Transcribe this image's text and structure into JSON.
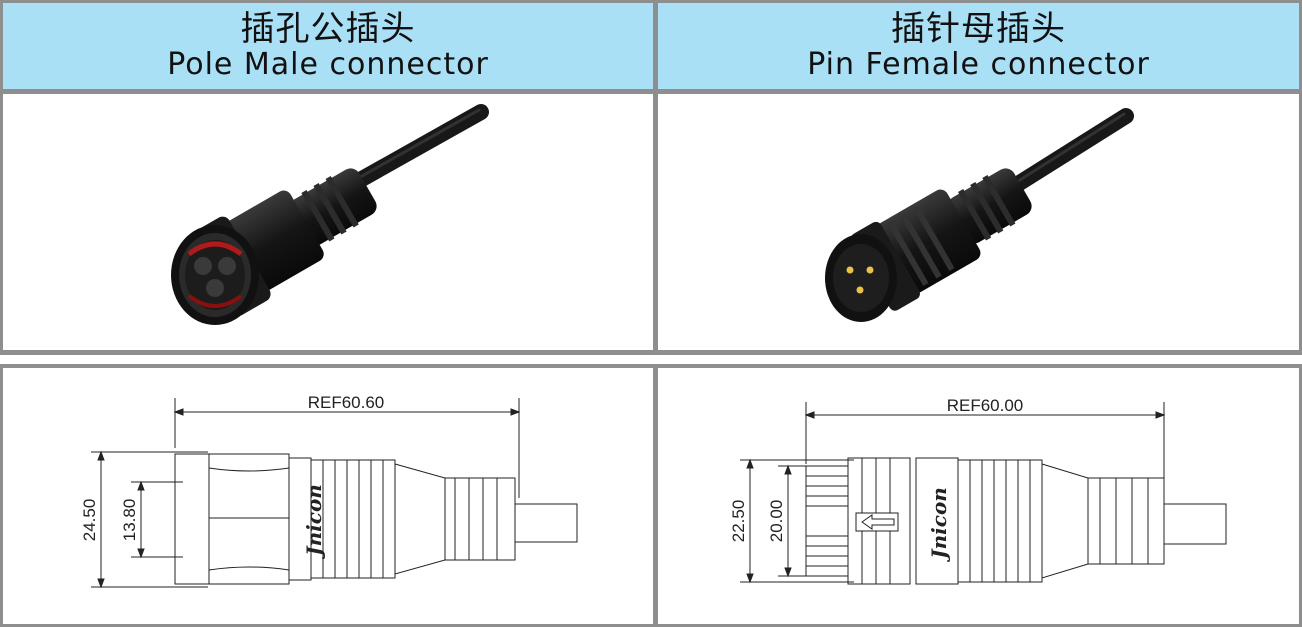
{
  "columns": [
    {
      "title_zh": "插孔公插头",
      "title_en": "Pole Male connector"
    },
    {
      "title_zh": "插针母插头",
      "title_en": "Pin Female connector"
    }
  ],
  "drawings": [
    {
      "length_label": "REF60.60",
      "outer_dia_label": "24.50",
      "inner_dia_label": "13.80",
      "brand": "Jnicon"
    },
    {
      "length_label": "REF60.00",
      "outer_dia_label": "22.50",
      "inner_dia_label": "20.00",
      "brand": "Jnicon"
    }
  ],
  "colors": {
    "header_bg": "#a9e0f5",
    "border": "#8e8e8e",
    "connector": "#1c1c1c",
    "line": "#222222"
  }
}
